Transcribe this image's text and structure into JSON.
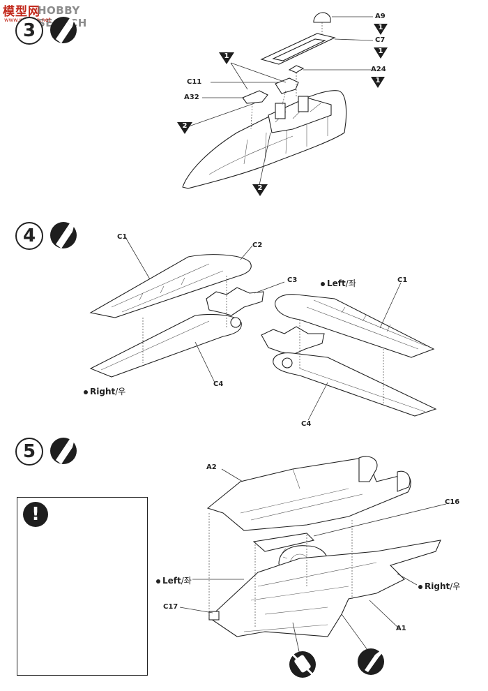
{
  "watermark": {
    "cn": "模型网",
    "en": "HOBBY SEARCH",
    "url": "www.moxing.net"
  },
  "steps": [
    {
      "number": "3"
    },
    {
      "number": "4"
    },
    {
      "number": "5"
    }
  ],
  "step3": {
    "parts": [
      "A9",
      "C7",
      "A24",
      "C11",
      "A32"
    ],
    "sequence": [
      "1",
      "1",
      "1",
      "1",
      "2",
      "2"
    ]
  },
  "step4": {
    "parts": [
      "C1",
      "C2",
      "C3",
      "C1",
      "C4",
      "C4"
    ],
    "left_label": "Left",
    "left_kor": "/좌",
    "right_label": "Right",
    "right_kor": "/우"
  },
  "step5": {
    "parts": [
      "A2",
      "C16",
      "C17",
      "A1"
    ],
    "left_label": "Left",
    "left_kor": "/좌",
    "right_label": "Right",
    "right_kor": "/우",
    "warning_symbol": "!"
  },
  "icons": {
    "glue": "glue-tube-icon",
    "no_glue": "no-glue-icon",
    "paint_brush": "paint-brush-icon",
    "warning": "exclamation-icon"
  },
  "colors": {
    "ink": "#222222",
    "watermark_red": "#c2281b",
    "watermark_gray": "#8c8c8c"
  }
}
